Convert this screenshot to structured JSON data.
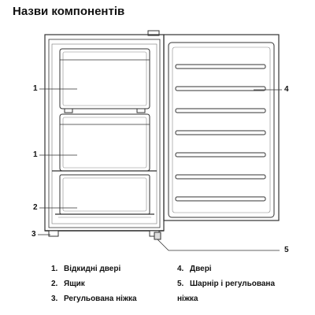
{
  "title": "Назви компонентів",
  "callouts": {
    "c1a": "1",
    "c1b": "1",
    "c2": "2",
    "c3": "3",
    "c4": "4",
    "c5": "5"
  },
  "legend": {
    "left": [
      {
        "num": "1.",
        "text": "Відкидні двері"
      },
      {
        "num": "2.",
        "text": "Ящик"
      },
      {
        "num": "3.",
        "text": "Регульована ніжка"
      }
    ],
    "right": [
      {
        "num": "4.",
        "text": "Двері"
      },
      {
        "num": "5.",
        "text": "Шарнір і регульована",
        "cont": "ніжка"
      }
    ]
  },
  "colors": {
    "stroke": "#333333",
    "light_stroke": "#888888",
    "fill": "#ffffff"
  }
}
